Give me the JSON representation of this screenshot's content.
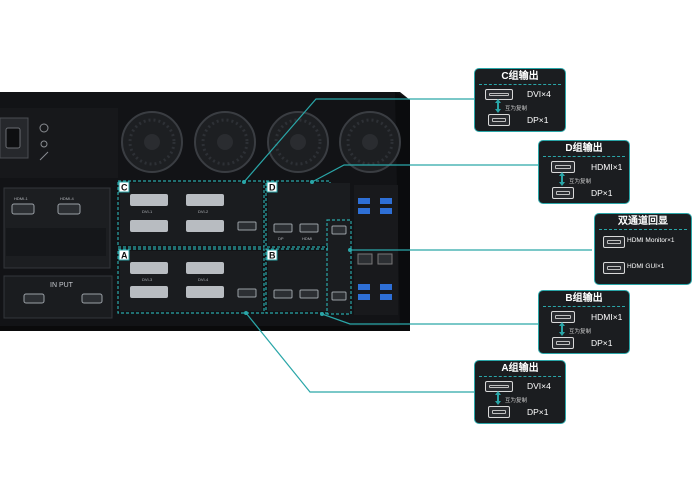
{
  "panel": {
    "group_c": "C",
    "group_d": "D",
    "group_a": "A",
    "group_b": "B",
    "input_label": "IN PUT",
    "port_dvi1": "DVI-1",
    "port_dvi2": "DVI-2",
    "port_dvi3": "DVI-3",
    "port_dvi4": "DVI-4",
    "port_hdmi1": "HDMI-1",
    "port_hdmi4": "HDMI-4",
    "port_dp": "DP",
    "port_hdmi": "HDMI"
  },
  "callouts": {
    "c": {
      "title": "C组输出",
      "row1": "DVI×4",
      "note": "互为复制",
      "row2": "DP×1"
    },
    "d": {
      "title": "D组输出",
      "row1": "HDMI×1",
      "note": "互为复制",
      "row2": "DP×1"
    },
    "loop": {
      "title": "双通道回显",
      "row1": "HDMI Monitor×1",
      "row2": "HDMI GUI×1"
    },
    "b": {
      "title": "B组输出",
      "row1": "HDMI×1",
      "note": "互为复制",
      "row2": "DP×1"
    },
    "a": {
      "title": "A组输出",
      "row1": "DVI×4",
      "note": "互为复制",
      "row2": "DP×1"
    }
  },
  "colors": {
    "accent": "#2aa6a8",
    "chassis": "#111214",
    "panel": "#1e2024",
    "port": "#9aa0a6",
    "usb": "#2e6fd6"
  }
}
